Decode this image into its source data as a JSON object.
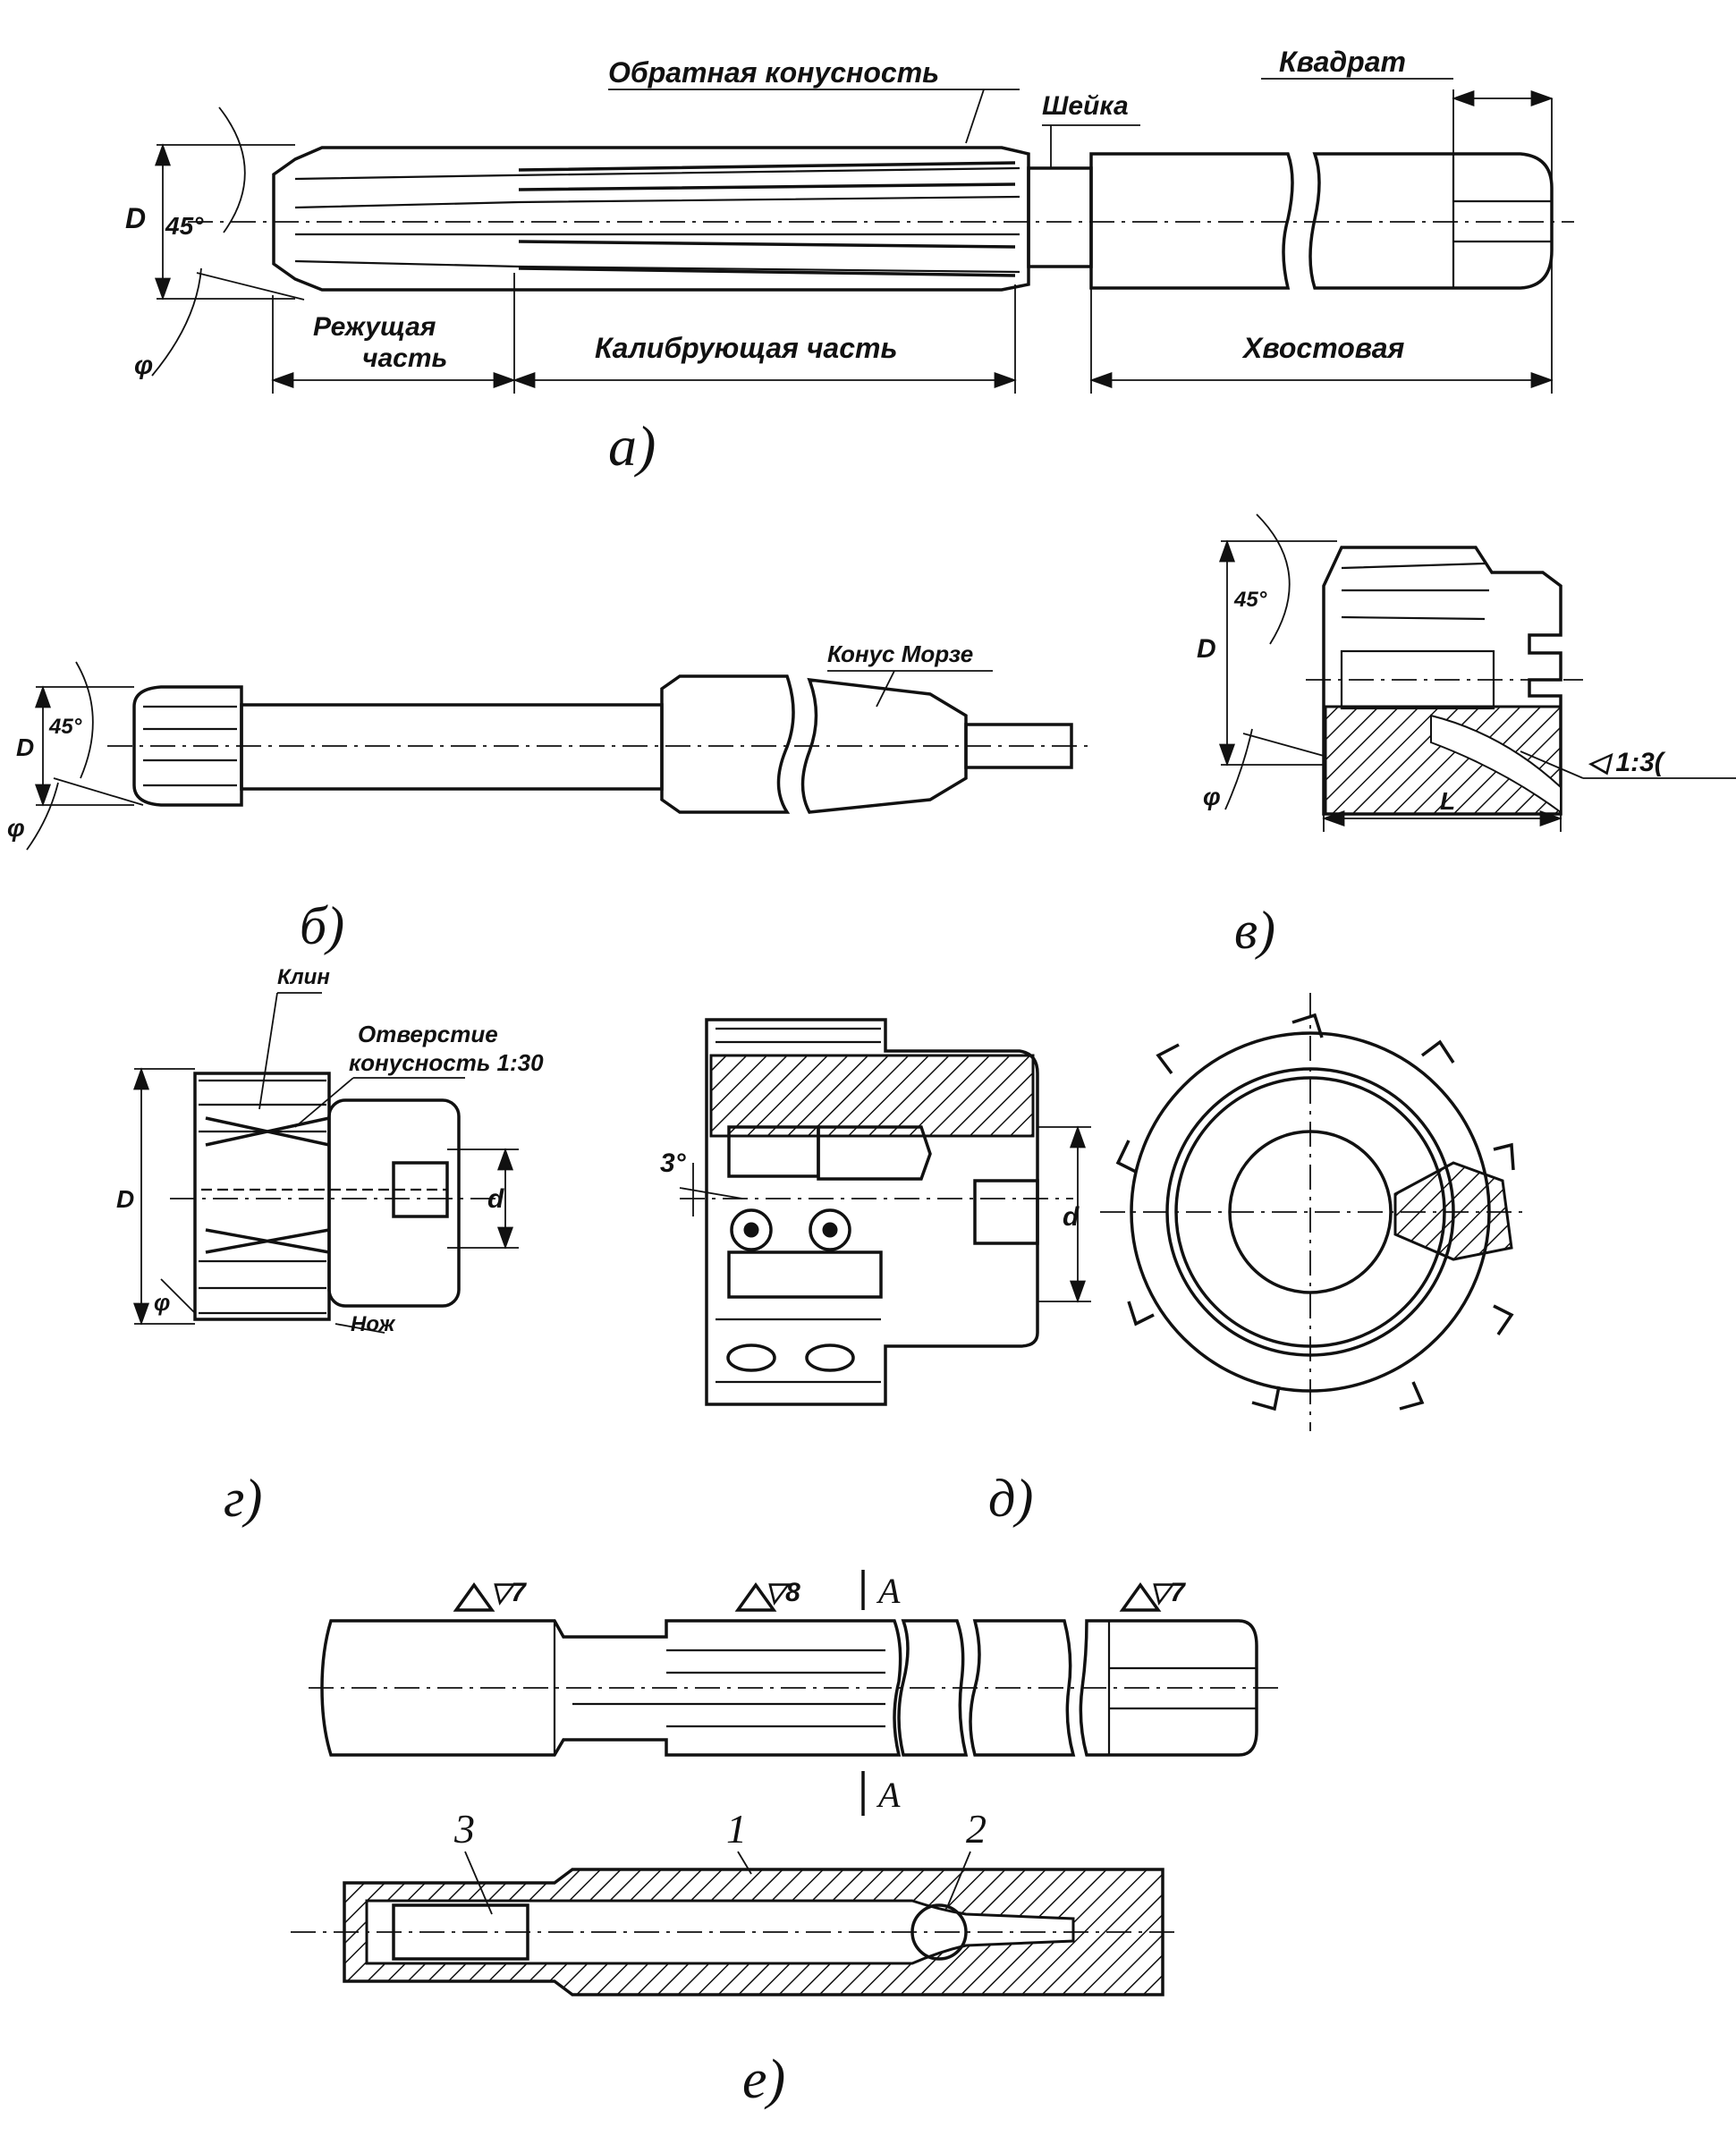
{
  "figure_a": {
    "caption": "а)",
    "label_back_taper": "Обратная конусность",
    "label_neck": "Шейка",
    "label_square": "Квадрат",
    "label_cutting_1": "Режущая",
    "label_cutting_2": "часть",
    "label_calibrating": "Калибрующая часть",
    "label_shank": "Хвостовая",
    "label_D": "D",
    "label_angle": "45°",
    "label_phi": "φ"
  },
  "figure_b": {
    "caption": "б)",
    "label_morse": "Конус Морзе",
    "label_D": "D",
    "label_angle": "45°",
    "label_phi": "φ"
  },
  "figure_v": {
    "caption": "в)",
    "label_D": "D",
    "label_angle": "45°",
    "label_phi": "φ",
    "label_taper": "◁ 1:3(",
    "label_L": "L"
  },
  "figure_g": {
    "caption": "г)",
    "label_wedge": "Клин",
    "label_hole_1": "Отверстие",
    "label_hole_2": "конусность 1:30",
    "label_knife": "Нож",
    "label_D": "D",
    "label_d": "d",
    "label_phi": "φ"
  },
  "figure_d": {
    "caption": "д)",
    "label_angle": "3°",
    "label_d": "d"
  },
  "figure_e": {
    "caption": "е)",
    "roughness_1": "▽7",
    "roughness_2": "▽8",
    "roughness_3": "▽7",
    "section_top": "A",
    "section_bottom": "A",
    "part_1": "1",
    "part_2": "2",
    "part_3": "3"
  }
}
